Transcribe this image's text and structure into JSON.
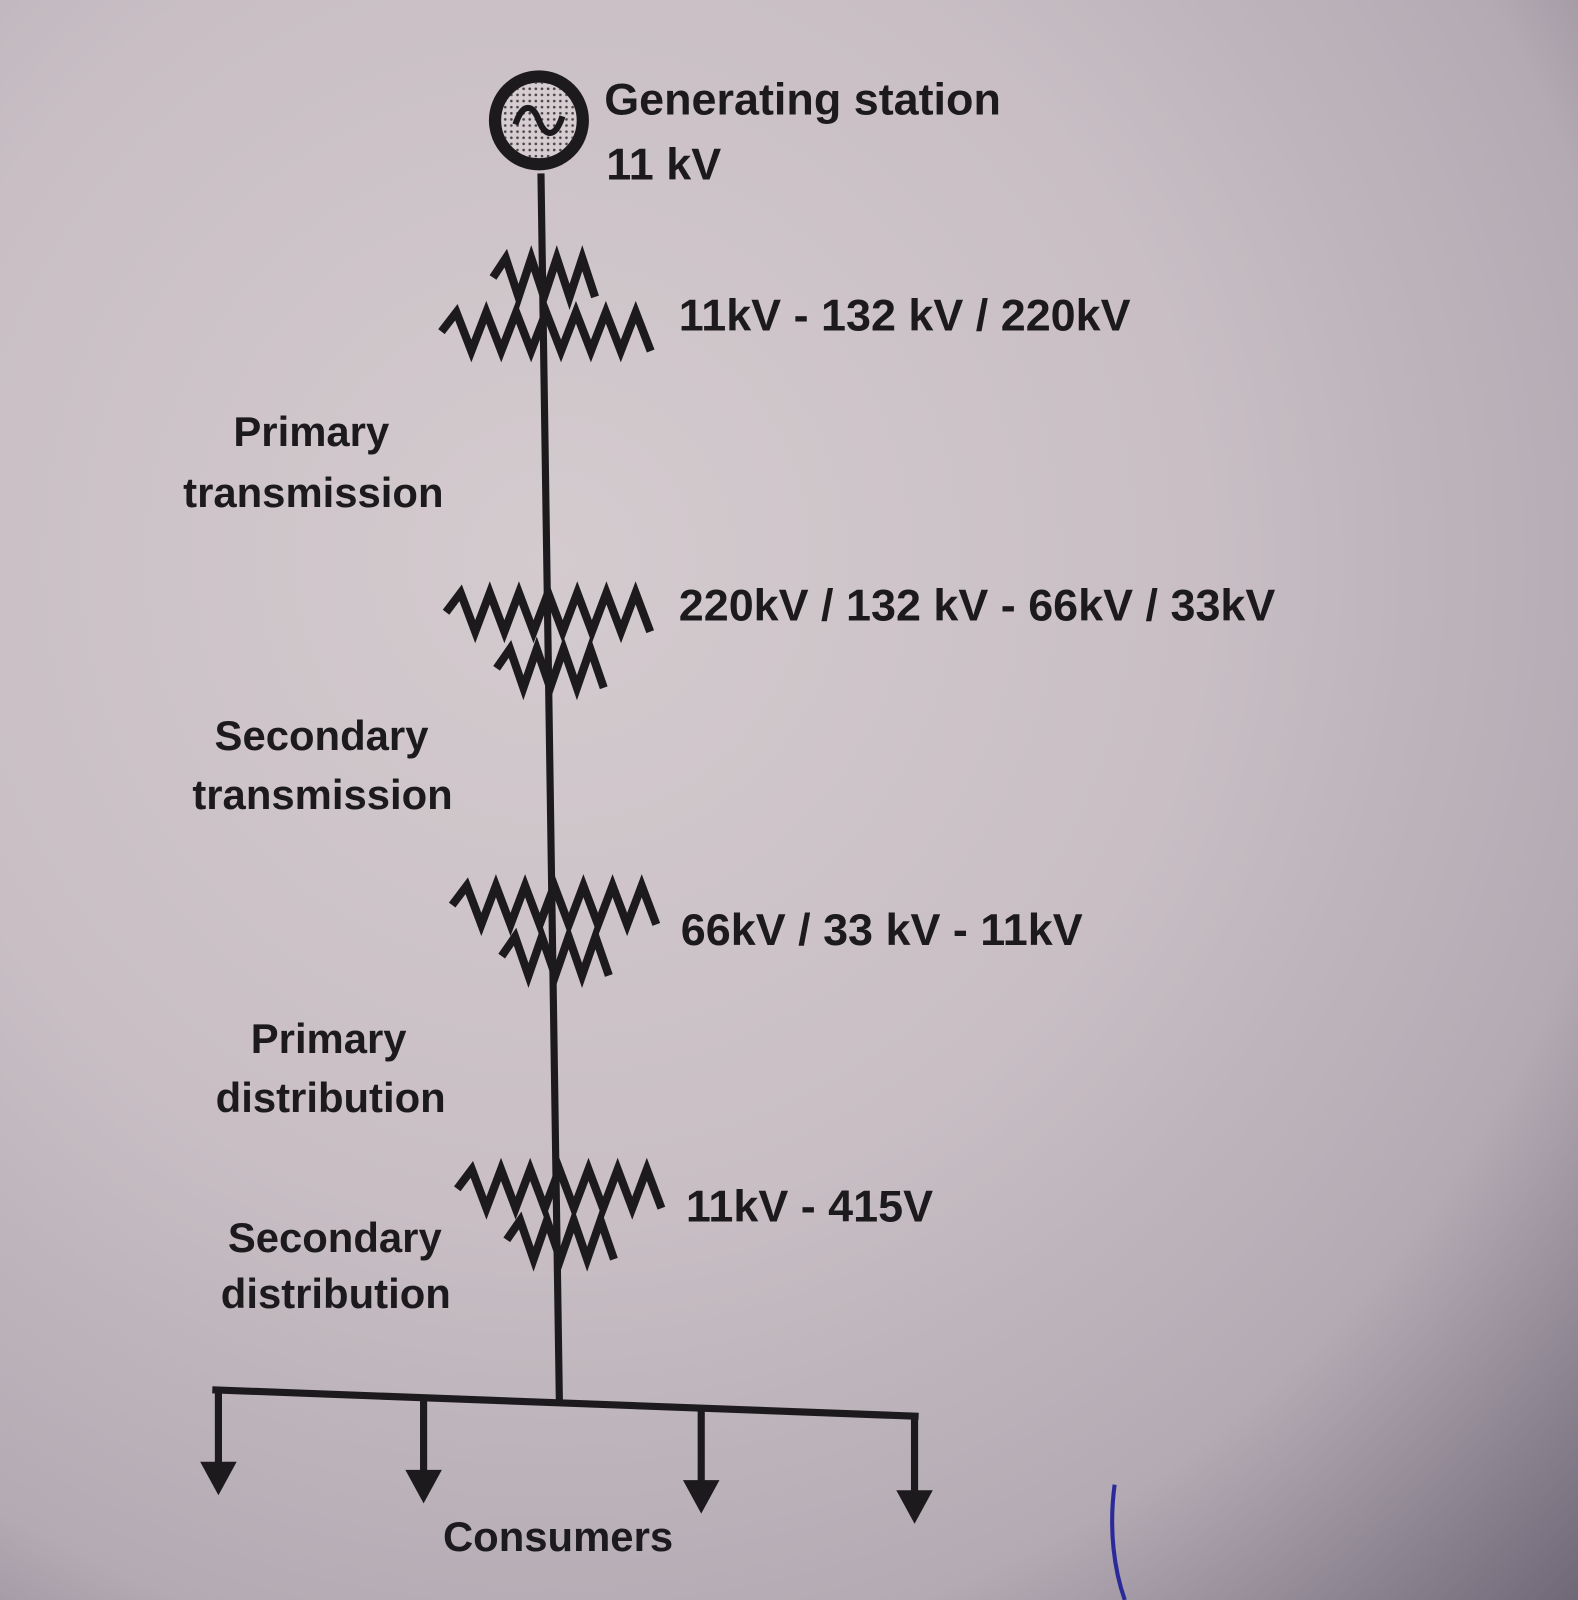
{
  "generator": {
    "label": "Generating station",
    "voltage": "11 kV"
  },
  "transformers": [
    {
      "label": "11kV - 132 kV / 220kV"
    },
    {
      "label": "220kV / 132 kV - 66kV / 33kV"
    },
    {
      "label": "66kV / 33 kV - 11kV"
    },
    {
      "label": "11kV - 415V"
    }
  ],
  "sections": [
    {
      "line1": "Primary",
      "line2": "transmission"
    },
    {
      "line1": "Secondary",
      "line2": "transmission"
    },
    {
      "line1": "Primary",
      "line2": "distribution"
    },
    {
      "line1": "Secondary",
      "line2": "distribution"
    }
  ],
  "consumers": {
    "label": "Consumers"
  },
  "colors": {
    "ink": "#1d1a1d",
    "paper": "#cdc3c8",
    "pen": "#2a2a9a"
  }
}
